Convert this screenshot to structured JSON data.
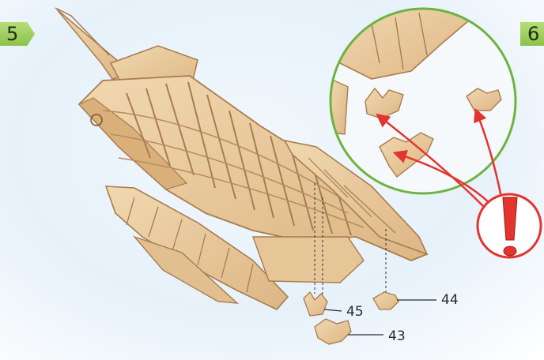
{
  "steps": {
    "current": "5",
    "next": "6"
  },
  "parts": {
    "part_a": "44",
    "part_b": "45",
    "part_c": "43"
  },
  "icons": {
    "warning": "exclamation-icon",
    "magnifier": "zoom-detail-circle"
  },
  "colors": {
    "step_badge": "#8cc24a",
    "detail_circle": "#6db33f",
    "alert_red": "#e3342f",
    "wood": "#e8c89a",
    "wood_edge": "#a87c4f"
  }
}
